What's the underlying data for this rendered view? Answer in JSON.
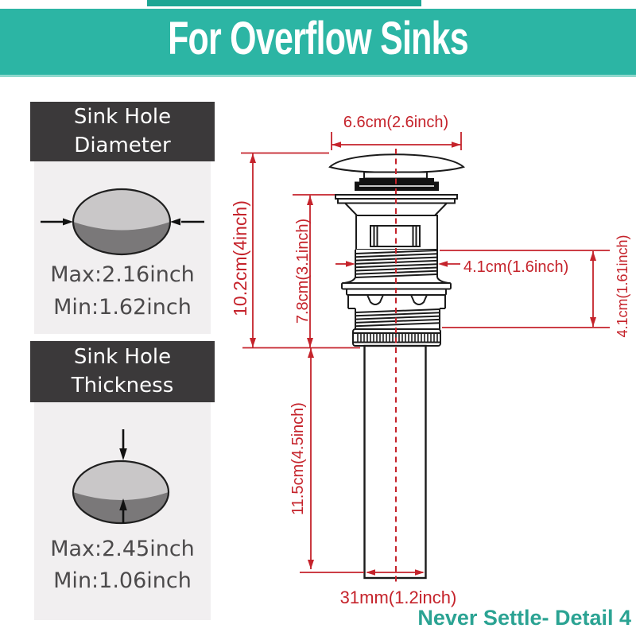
{
  "banner": {
    "title": "For Overflow Sinks"
  },
  "panels": [
    {
      "title": [
        "Sink Hole",
        "Diameter"
      ],
      "max_label": "Max:2.16inch",
      "min_label": "Min:1.62inch"
    },
    {
      "title": [
        "Sink Hole",
        "Thickness"
      ],
      "max_label": "Max:2.45inch",
      "min_label": "Min:1.06inch"
    }
  ],
  "diagram": {
    "dimensions": {
      "cap_width": "6.6cm(2.6inch)",
      "overall_height": "10.2cm(4inch)",
      "upper_height": "7.8cm(3.1inch)",
      "thread_diameter": "4.1cm(1.6inch)",
      "thread_section_height": "4.1cm(1.61inch)",
      "tailpipe_length": "11.5cm(4.5inch)",
      "tailpipe_diameter": "31mm(1.2inch)"
    }
  },
  "footer": {
    "watermark": "Never Settle- Detail 4"
  },
  "colors": {
    "banner_teal": "#2CB5A4",
    "watermark_teal": "#2BA393",
    "dimension_red": "#C5232B",
    "panel_header_gray": "#3B393A",
    "panel_bg": "#F1EFF0",
    "hole_light_gray": "#C9C7C8",
    "hole_dark_gray": "#7A7879"
  }
}
